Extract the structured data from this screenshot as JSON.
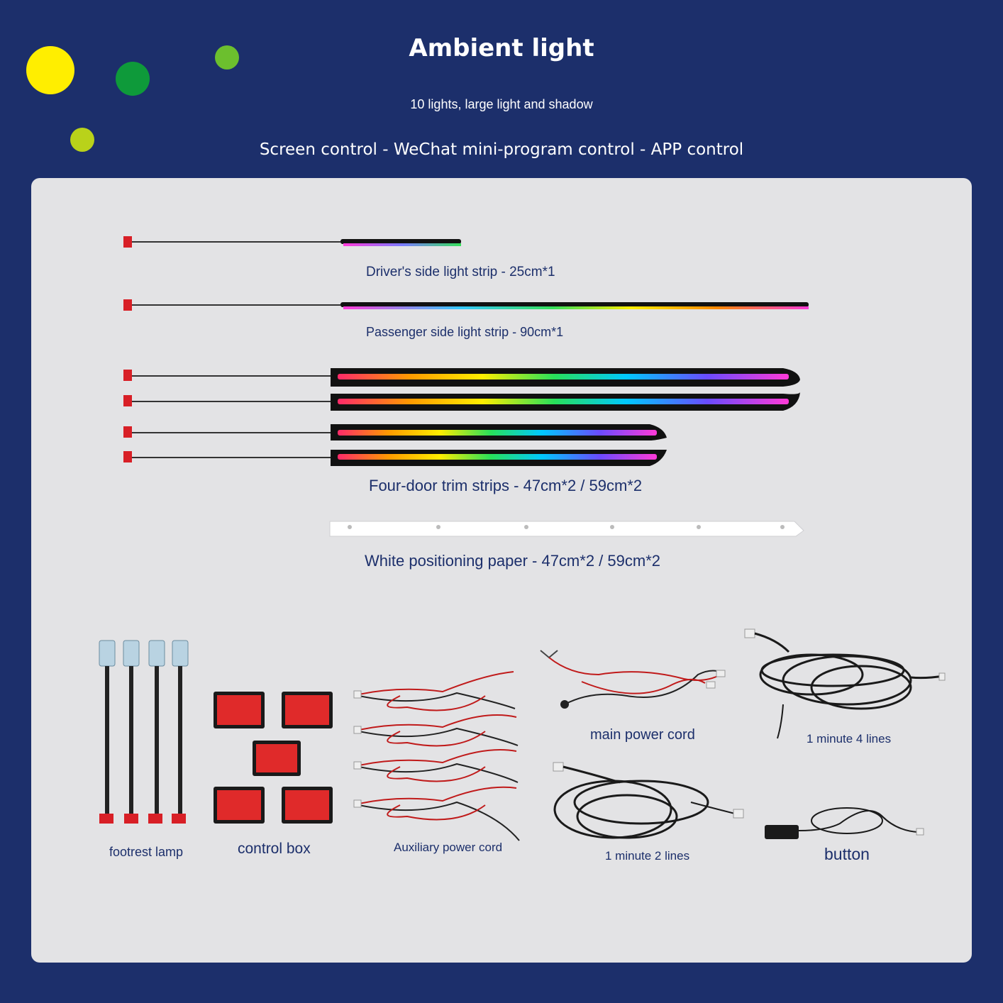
{
  "header": {
    "title": "Ambient light",
    "subtitle": "10 lights, large light and shadow",
    "controls": "Screen control - WeChat mini-program control - APP control"
  },
  "colors": {
    "background": "#1c2f6b",
    "panel": "#e3e3e5",
    "label_text": "#1c2f6b",
    "dot_yellow": "#ffee00",
    "dot_green": "#0e9a3a",
    "dot_lime": "#6cbf2e",
    "dot_yellow_green": "#b9d21a"
  },
  "strips": {
    "driver_label": "Driver's side light strip - 25cm*1",
    "passenger_label": "Passenger side light strip - 90cm*1",
    "door_trim_label": "Four-door trim strips - 47cm*2 / 59cm*2",
    "positioning_paper_label": "White positioning paper - 47cm*2 / 59cm*2"
  },
  "accessories": {
    "footrest_lamp": "footrest lamp",
    "control_box": "control box",
    "auxiliary_power_cord": "Auxiliary power cord",
    "main_power_cord": "main power cord",
    "four_lines": "1 minute 4 lines",
    "two_lines": "1 minute 2 lines",
    "button": "button"
  }
}
